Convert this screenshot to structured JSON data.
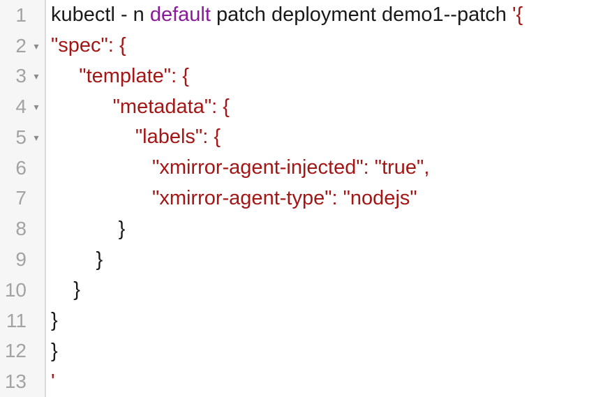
{
  "editor": {
    "colors": {
      "command": "#1a1a1a",
      "keyword": "#8b1a9b",
      "string": "#a31616",
      "punctuation": "#1a1a1a",
      "background": "#ffffff",
      "gutter_bg": "#f6f6f6",
      "gutter_border": "#dadada",
      "line_number": "#a3a3a3",
      "fold_arrow": "#8a8a8a"
    },
    "fold_arrow_glyph": "▾",
    "lines": [
      {
        "number": "1",
        "foldable": false,
        "segments": [
          {
            "text": "kubectl - n ",
            "color": "command"
          },
          {
            "text": "default",
            "color": "keyword"
          },
          {
            "text": " patch deployment demo1--patch ",
            "color": "command"
          },
          {
            "text": "'{",
            "color": "string"
          }
        ]
      },
      {
        "number": "2",
        "foldable": true,
        "segments": [
          {
            "text": "\"spec\": {",
            "color": "string"
          }
        ]
      },
      {
        "number": "3",
        "foldable": true,
        "segments": [
          {
            "text": "     \"template\": {",
            "color": "string"
          }
        ]
      },
      {
        "number": "4",
        "foldable": true,
        "segments": [
          {
            "text": "           \"metadata\": {",
            "color": "string"
          }
        ]
      },
      {
        "number": "5",
        "foldable": true,
        "segments": [
          {
            "text": "               \"labels\": {",
            "color": "string"
          }
        ]
      },
      {
        "number": "6",
        "foldable": false,
        "segments": [
          {
            "text": "                  \"xmirror-agent-injected\": \"true\",",
            "color": "string"
          }
        ]
      },
      {
        "number": "7",
        "foldable": false,
        "segments": [
          {
            "text": "                  \"xmirror-agent-type\": \"nodejs\"",
            "color": "string"
          }
        ]
      },
      {
        "number": "8",
        "foldable": false,
        "segments": [
          {
            "text": "            }",
            "color": "punctuation"
          }
        ]
      },
      {
        "number": "9",
        "foldable": false,
        "segments": [
          {
            "text": "        }",
            "color": "punctuation"
          }
        ]
      },
      {
        "number": "10",
        "foldable": false,
        "segments": [
          {
            "text": "    }",
            "color": "punctuation"
          }
        ]
      },
      {
        "number": "11",
        "foldable": false,
        "segments": [
          {
            "text": "}",
            "color": "punctuation"
          }
        ]
      },
      {
        "number": "12",
        "foldable": false,
        "segments": [
          {
            "text": "}",
            "color": "punctuation"
          }
        ]
      },
      {
        "number": "13",
        "foldable": false,
        "segments": [
          {
            "text": "'",
            "color": "string"
          }
        ]
      }
    ]
  }
}
